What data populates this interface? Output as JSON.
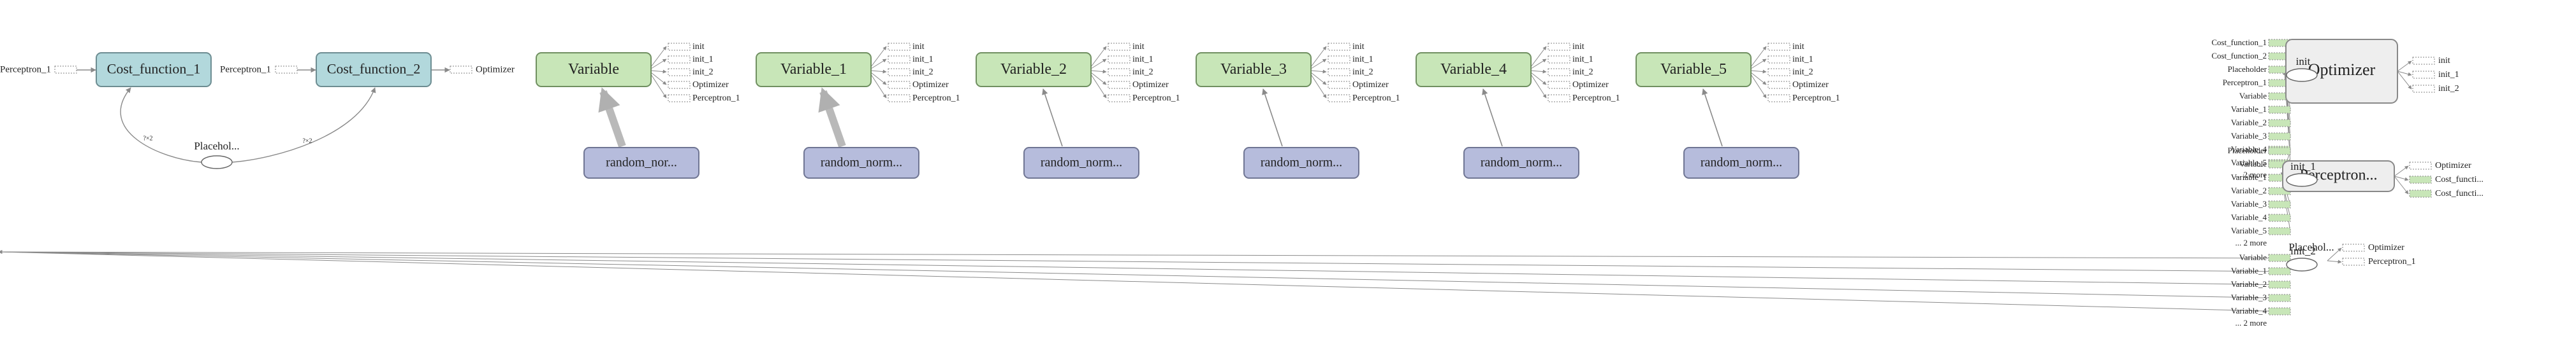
{
  "colors": {
    "cost_fill": "#b2d8dc",
    "cost_stroke": "#6c8c91",
    "variable_fill": "#c8e6b8",
    "variable_stroke": "#6f8f60",
    "random_fill": "#b6bcdc",
    "random_stroke": "#6f7593",
    "summary_fill": "#eeeeee",
    "summary_stroke": "#888888",
    "edge": "#8a8a8a",
    "stub_green": "#c8e6b8"
  },
  "main": {
    "cost_labels": [
      "Cost_function_1",
      "Cost_function_2"
    ],
    "cost_inputs": [
      "Perceptron_1",
      "Perceptron_1"
    ],
    "cost_output": "Optimizer",
    "placeholder_label": "Placehol...",
    "placeholder_edge_labels": [
      "?×2",
      "?×2"
    ],
    "variable_labels": [
      "Variable",
      "Variable_1",
      "Variable_2",
      "Variable_3",
      "Variable_4",
      "Variable_5"
    ],
    "random_labels": [
      "random_nor...",
      "random_norm...",
      "random_norm...",
      "random_norm...",
      "random_norm...",
      "random_norm..."
    ],
    "variable_outputs": [
      "init",
      "init_1",
      "init_2",
      "Optimizer",
      "Perceptron_1"
    ]
  },
  "aux": {
    "optimizer": {
      "title": "Optimizer",
      "inner_label": "init",
      "inputs": [
        "Cost_function_1",
        "Cost_function_2",
        "Placeholder",
        "Perceptron_1",
        "Variable",
        "Variable_1",
        "Variable_2",
        "Variable_3",
        "Variable_4",
        "Variable_5"
      ],
      "more": "... 2 more",
      "outputs": [
        "init",
        "init_1",
        "init_2"
      ]
    },
    "perceptron": {
      "title": "Perceptron...",
      "inner_label": "init_1",
      "inputs": [
        "Placeholder",
        "Variable",
        "Variable_1",
        "Variable_2",
        "Variable_3",
        "Variable_4",
        "Variable_5"
      ],
      "more": "... 2 more",
      "outputs": [
        "Optimizer",
        "Cost_functi...",
        "Cost_functi..."
      ]
    },
    "init_group": {
      "title": "Placehol...",
      "inner_label": "init_2",
      "inputs": [
        "Variable",
        "Variable_1",
        "Variable_2",
        "Variable_3",
        "Variable_4"
      ],
      "more": "... 2 more",
      "outputs": [
        "Optimizer",
        "Perceptron_1"
      ]
    }
  }
}
